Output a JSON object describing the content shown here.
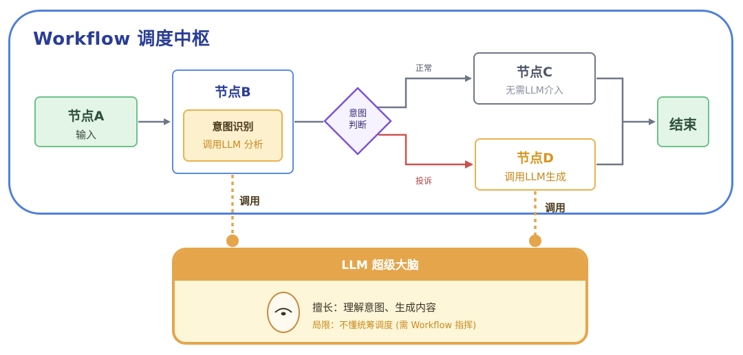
{
  "title": "Workflow 调度中枢",
  "nodes": {
    "a": {
      "title": "节点A",
      "subtitle": "输入"
    },
    "b": {
      "title": "节点B",
      "card_title": "意图识别",
      "card_subtitle": "调用LLM 分析"
    },
    "c": {
      "title": "节点C",
      "subtitle": "无需LLM介入"
    },
    "d": {
      "title": "节点D",
      "subtitle": "调用LLM生成"
    },
    "end": {
      "title": "结束"
    }
  },
  "decision": {
    "line1": "意图",
    "line2": "判断"
  },
  "edge_labels": {
    "normal": "正常",
    "complaint": "投诉",
    "call_b": "调用",
    "call_d": "调用"
  },
  "brain": {
    "title": "LLM 超级大脑",
    "strength": "擅长：理解意图、生成内容",
    "limitation": "局限：不懂统筹调度 (需 Workflow 指挥)"
  },
  "colors": {
    "frame_border": "#4f7fd9",
    "title": "#2a3d96",
    "green_fill": "#e3f5e6",
    "green_border": "#6cc28a",
    "orange": "#e5a54b",
    "gray_edge": "#6f7686",
    "red_edge": "#c9524f",
    "decision_border": "#7a52d6"
  }
}
